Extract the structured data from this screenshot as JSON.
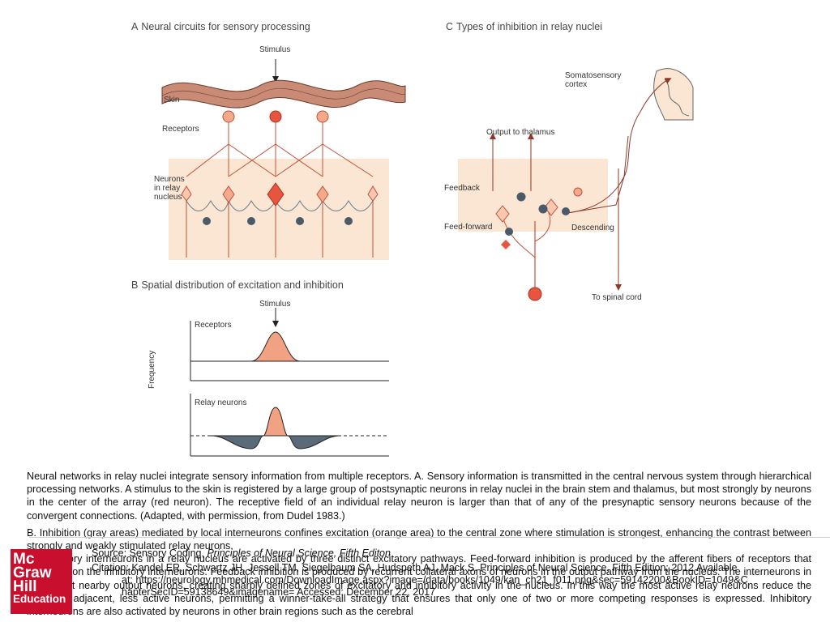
{
  "figure": {
    "panel_a": {
      "letter": "A",
      "title": "Neural circuits for sensory processing"
    },
    "panel_b": {
      "letter": "B",
      "title": "Spatial distribution of excitation and inhibition"
    },
    "panel_c": {
      "letter": "C",
      "title": "Types of inhibition in relay nuclei"
    },
    "labels_a": {
      "stimulus": "Stimulus",
      "skin": "Skin",
      "receptors": "Receptors",
      "neurons_1": "Neurons",
      "neurons_2": "in relay",
      "neurons_3": "nucleus"
    },
    "labels_b": {
      "stimulus": "Stimulus",
      "receptors": "Receptors",
      "relay": "Relay neurons",
      "frequency": "Frequency"
    },
    "labels_c": {
      "cortex_1": "Somatosensory",
      "cortex_2": "cortex",
      "output": "Output to thalamus",
      "feedback": "Feedback",
      "feedforward": "Feed-forward",
      "descending": "Descending",
      "spinal": "To spinal cord"
    },
    "colors": {
      "excitatory": "#e8553f",
      "light_orange": "#f4a98a",
      "inhibitory": "#4a5a68",
      "box_fill": "#fbe6d3",
      "arrow": "#8b3a2a"
    }
  },
  "caption": {
    "para1": "Neural networks in relay nuclei integrate sensory information from multiple receptors. A. Sensory information is transmitted in the central nervous system through hierarchical processing networks. A stimulus to the skin is registered by a large group of postsynaptic neurons in relay nuclei in the brain stem and thalamus, but most strongly by neurons in the center of the array (red neuron). The receptive field of an individual relay neuron is larger than that of any of the presynaptic sensory neurons because of the convergent connections. (Adapted, with permission, from Dudel 1983.)",
    "para2": "B. Inhibition (gray areas) mediated by local interneurons confines excitation (orange area) to the central zone where stimulation is strongest, enhancing the contrast between strongly and weakly stimulated relay neurons.",
    "para3": "C. Inhibitory interneurons in a relay nucleus are activated by three distinct excitatory pathways. Feed-forward inhibition is produced by the afferent fibers of receptors that terminate on the inhibitory interneurons. Feedback inhibition is produced by recurrent collateral axons of neurons in the output pathway from the nucleus. The interneurons in turn inhibit nearby output neurons, creating sharply defined zones of excitatory and inhibitory activity in the nucleus. In this way the most active relay neurons reduce the output of adjacent, less active neurons, permitting a winner-take-all strategy that ensures that only one of two or more competing responses is expressed. Inhibitory interneurons are also activated by neurons in other brain regions such as the cerebral"
  },
  "source": {
    "prefix": "Source: Sensory Coding, ",
    "book": "Principles of Neural Science, Fifth Editon"
  },
  "citation": {
    "line1": "Citation: Kandel ER, Schwartz JH, Jessell TM, Siegelbaum SA, Hudspeth AJ, Mack S. Principles of Neural Science, Fifth Edition; 2012 Available",
    "line2": "at: https://neurology.mhmedical.com/DownloadImage.aspx?image=/data/books/1049/kan_ch21_f011.png&sec=59142200&BookID=1049&C",
    "line3": "hapterSecID=59138649&imagename= Accessed: December 22, 2017"
  },
  "logo": {
    "line1": "Mc",
    "line2": "Graw",
    "line3": "Hill",
    "line4": "Education"
  }
}
